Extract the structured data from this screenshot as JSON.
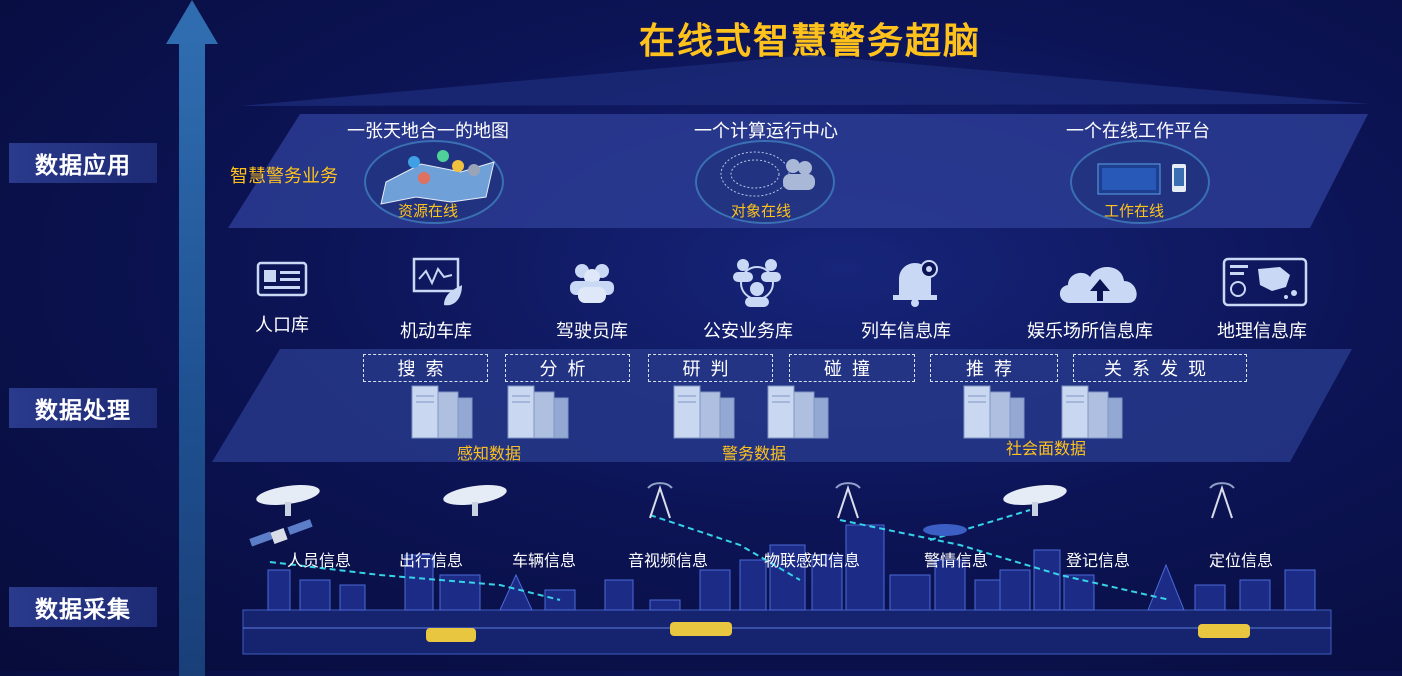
{
  "title": "在线式智慧警务超脑",
  "layers": {
    "application": "数据应用",
    "processing": "数据处理",
    "collection": "数据采集"
  },
  "application": {
    "side_label": "智慧警务业务",
    "headings": [
      "一张天地合一的地图",
      "一个计算运行中心",
      "一个在线工作平台"
    ],
    "ellipses": [
      {
        "label": "资源在线",
        "icon": "map-pins-icon"
      },
      {
        "label": "对象在线",
        "icon": "brain-users-icon"
      },
      {
        "label": "工作在线",
        "icon": "screen-phone-icon"
      }
    ]
  },
  "databases": [
    {
      "label": "人口库",
      "icon": "id-card-icon"
    },
    {
      "label": "机动车库",
      "icon": "monitor-leaf-icon"
    },
    {
      "label": "驾驶员库",
      "icon": "people-group-icon"
    },
    {
      "label": "公安业务库",
      "icon": "network-people-icon"
    },
    {
      "label": "列车信息库",
      "icon": "bell-gear-icon"
    },
    {
      "label": "娱乐场所信息库",
      "icon": "cloud-upload-icon"
    },
    {
      "label": "地理信息库",
      "icon": "map-screen-icon"
    }
  ],
  "processing": {
    "operations": [
      "搜索",
      "分析",
      "研判",
      "碰撞",
      "推荐",
      "关系发现"
    ],
    "stores": [
      "感知数据",
      "警务数据",
      "社会面数据"
    ]
  },
  "collection": {
    "sources": [
      "人员信息",
      "出行信息",
      "车辆信息",
      "音视频信息",
      "物联感知信息",
      "警情信息",
      "登记信息",
      "定位信息"
    ]
  },
  "colors": {
    "accent": "#ffc21c",
    "plane": "#2a3a8c",
    "arrow": "#2f6db0"
  }
}
